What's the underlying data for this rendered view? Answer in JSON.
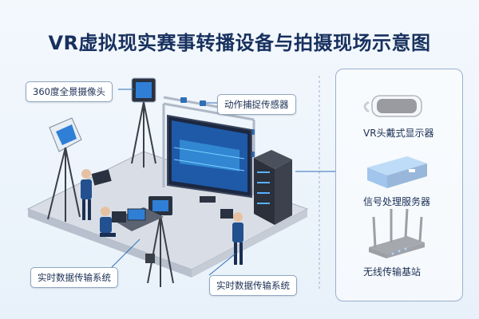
{
  "title": "VR虚拟现实赛事转播设备与拍摄现场示意图",
  "labels": {
    "camera360": "360度全景摄像头",
    "motion_sensor": "动作捕捉传感器",
    "realtime_tx_left": "实时数据传输系统",
    "realtime_tx_right": "实时数据传输系统"
  },
  "devices": {
    "vr_headset": "VR头戴式显示器",
    "signal_server": "信号处理服务器",
    "wireless_station": "无线传输基站"
  },
  "colors": {
    "title": "#17305e",
    "accent": "#2f7fd6",
    "worker_blue": "#23508f"
  }
}
